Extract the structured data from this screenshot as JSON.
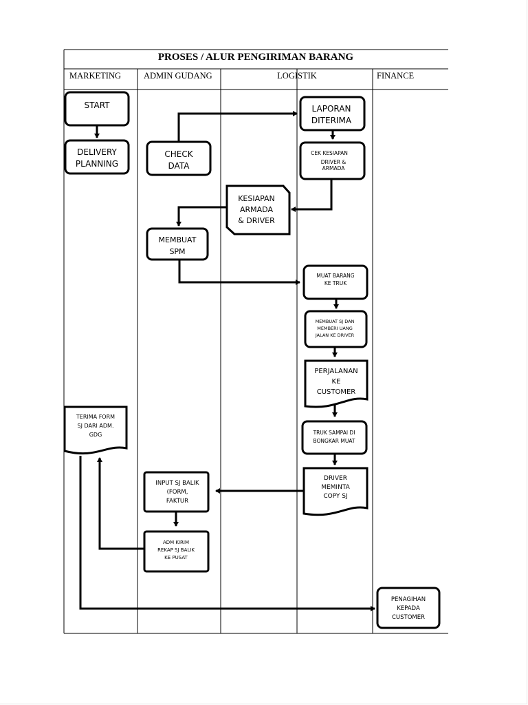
{
  "title": "PROSES / ALUR PENGIRIMAN BARANG",
  "lanes": [
    "MARKETING",
    "ADMIN GUDANG",
    "LOGISTIK",
    "FINANCE"
  ],
  "nodes": {
    "start": [
      "START"
    ],
    "delivery_planning": [
      "DELIVERY",
      "PLANNING"
    ],
    "laporan_diterima": [
      "LAPORAN",
      "DITERIMA"
    ],
    "check_data": [
      "CHECK",
      "DATA"
    ],
    "cek_kesiapan": [
      "CEK KESIAPAN",
      "DRIVER &",
      "ARMADA"
    ],
    "kesiapan_armada": [
      "KESIAPAN",
      "ARMADA",
      "& DRIVER"
    ],
    "membuat_spm": [
      "MEMBUAT",
      "SPM"
    ],
    "muat_barang": [
      "MUAT BARANG",
      "KE TRUK"
    ],
    "membuat_sj": [
      "MEMBUAT SJ DAN",
      "MEMBERI UANG",
      "JALAN KE DRIVER"
    ],
    "perjalanan": [
      "PERJALANAN",
      "KE",
      "CUSTOMER"
    ],
    "terima_form": [
      "TERIMA FORM",
      "SJ DARI ADM.",
      "GDG"
    ],
    "truk_sampai": [
      "TRUK SAMPAI DI",
      "BONGKAR MUAT"
    ],
    "input_sj": [
      "INPUT SJ BALIK",
      "(FORM,",
      "FAKTUR"
    ],
    "driver_copy": [
      "DRIVER",
      "MEMINTA",
      "COPY SJ"
    ],
    "adm_kirim": [
      "ADM KIRIM",
      "REKAP SJ BALIK",
      "KE PUSAT"
    ],
    "penagihan": [
      "PENAGIHAN",
      "KEPADA",
      "CUSTOMER"
    ]
  }
}
